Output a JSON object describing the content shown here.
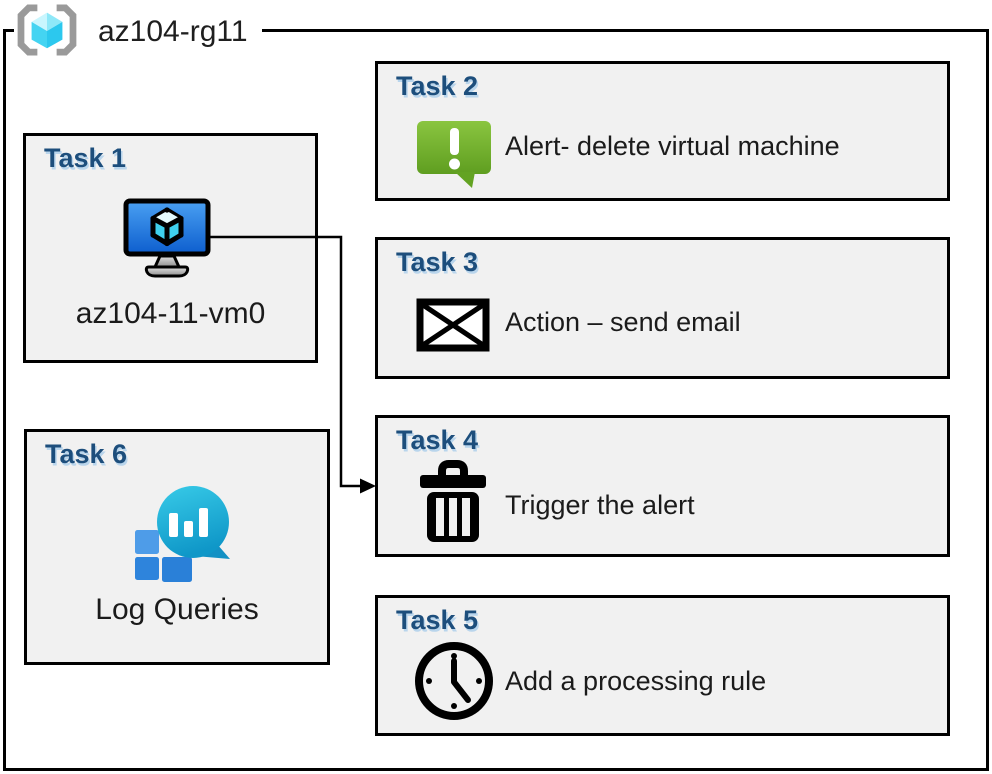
{
  "group": {
    "label": "az104-rg11",
    "icon": "resource-group-icon"
  },
  "tasks": [
    {
      "title": "Task 1",
      "label": "az104-11-vm0",
      "icon": "virtual-machine-icon"
    },
    {
      "title": "Task 2",
      "label": "Alert- delete virtual machine",
      "icon": "alert-message-icon"
    },
    {
      "title": "Task 3",
      "label": "Action – send email",
      "icon": "email-envelope-icon"
    },
    {
      "title": "Task 4",
      "label": "Trigger the alert",
      "icon": "trash-delete-icon"
    },
    {
      "title": "Task 5",
      "label": "Add a processing rule",
      "icon": "clock-icon"
    },
    {
      "title": "Task 6",
      "label": "Log Queries",
      "icon": "log-analytics-icon"
    }
  ],
  "connector": {
    "from": "Task 1",
    "to": "Task 4"
  },
  "colors": {
    "task_header": "#1d4e7c",
    "box_fill": "#f1f1f1",
    "border": "#000000",
    "alert_green_light": "#8ac540",
    "alert_green_dark": "#5f9e20",
    "vm_screen_light": "#4aa0f2",
    "vm_screen_dark": "#0d5ece",
    "log_teal_light": "#38cbe8",
    "log_teal_dark": "#0f97c8",
    "log_square_blue": "#2e84dc",
    "rg_cube_cyan": "#44d4f2",
    "rg_bracket_gray": "#9a9a9a"
  }
}
